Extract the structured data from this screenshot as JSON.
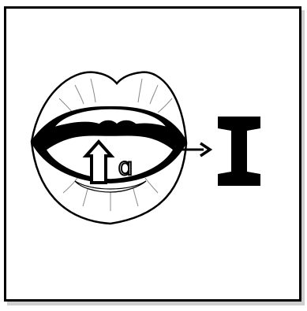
{
  "diagram": {
    "vowel_symbol": "ɑ",
    "target_symbol": "I",
    "arrow_direction": "up",
    "result_arrow": "right",
    "stroke_color": "#000000",
    "fill_color": "#ffffff"
  }
}
